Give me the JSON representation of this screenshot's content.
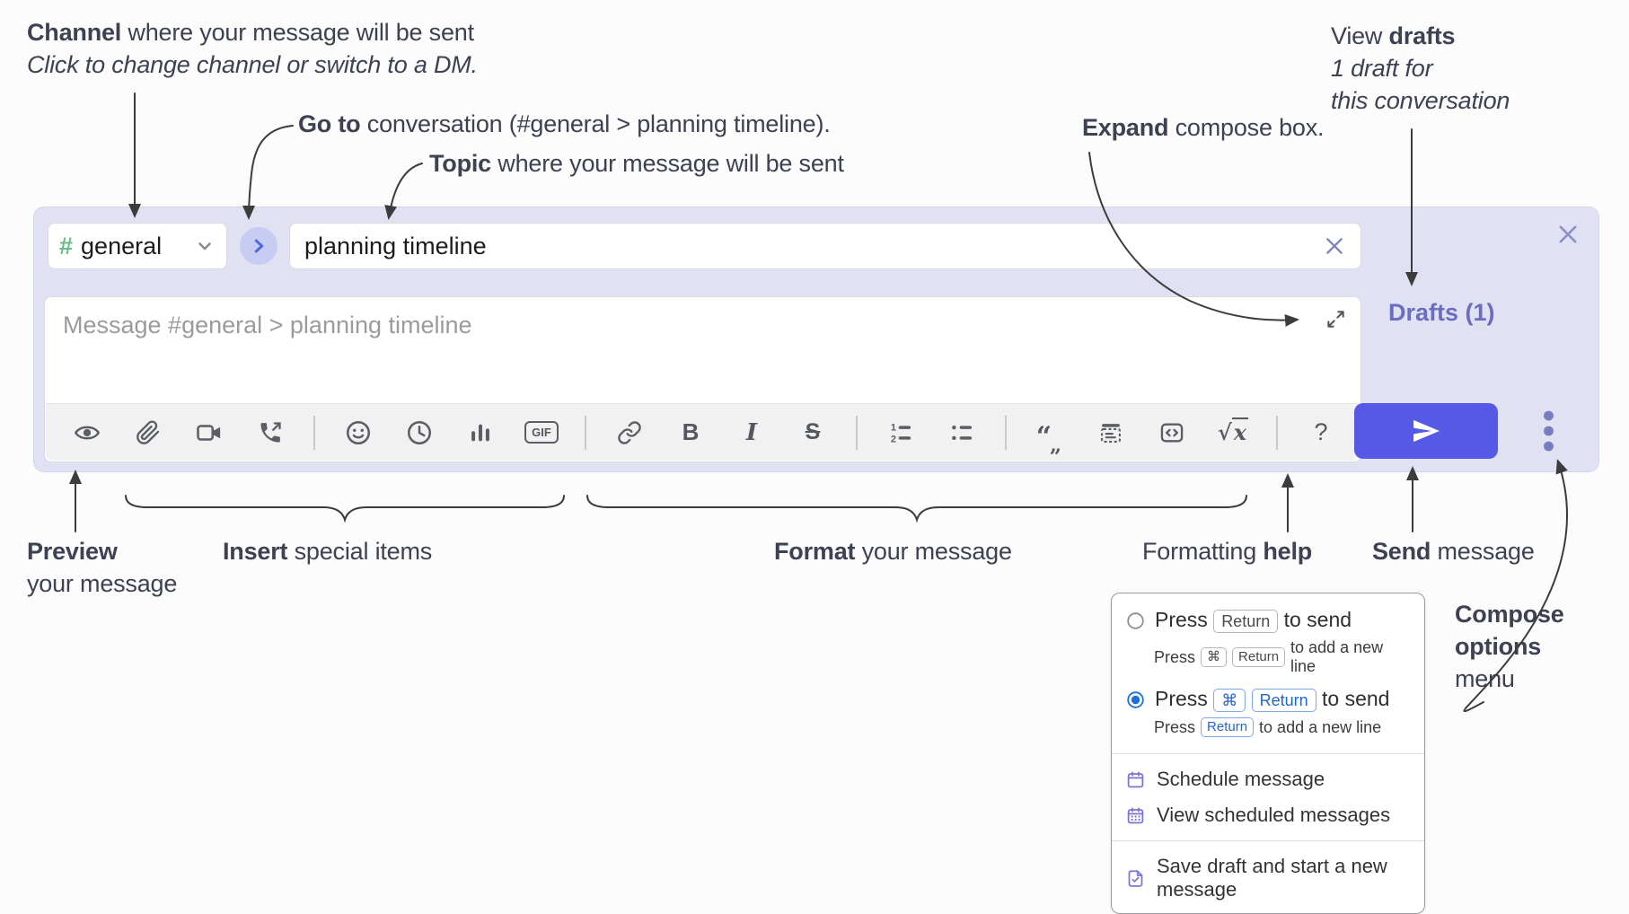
{
  "annotations": {
    "channel": {
      "bold": "Channel",
      "rest": " where your message will be sent",
      "sub": "Click to change channel or switch to a DM."
    },
    "goto": {
      "bold": "Go to",
      "rest": " conversation (#general > planning timeline)."
    },
    "topic": {
      "bold": "Topic",
      "rest": " where your message will be sent"
    },
    "expand": {
      "bold": "Expand",
      "rest": " compose box."
    },
    "drafts": {
      "pre": "View ",
      "bold": "drafts",
      "line2": "1 draft for",
      "line3": "this conversation"
    },
    "preview": {
      "bold": "Preview",
      "line2": "your message"
    },
    "insert": {
      "bold": "Insert",
      "rest": " special items"
    },
    "format": {
      "bold": "Format",
      "rest": " your message"
    },
    "help": {
      "pre": "Formatting ",
      "bold": "help"
    },
    "send": {
      "bold": "Send",
      "rest": " message"
    },
    "compose_options": {
      "bold1": "Compose",
      "bold2": "options",
      "rest": "menu"
    }
  },
  "compose": {
    "hash": "#",
    "channel_name": "general",
    "topic_value": "planning timeline",
    "message_placeholder": "Message #general > planning timeline",
    "drafts_link": "Drafts (1)",
    "toolbar": {
      "gif": "GIF",
      "bold": "B",
      "italic": "I",
      "strike": "S",
      "quote1": "“",
      "quote2": "„",
      "sqrt": "√",
      "sqrt_x": "x",
      "help": "?"
    }
  },
  "popup": {
    "option1": {
      "main_pre": "Press",
      "main_key": "Return",
      "main_post": "to send",
      "sub_pre": "Press",
      "sub_key1": "⌘",
      "sub_key2": "Return",
      "sub_post": "to add a new line"
    },
    "option2": {
      "main_pre": "Press",
      "main_key1": "⌘",
      "main_key2": "Return",
      "main_post": "to send",
      "sub_pre": "Press",
      "sub_key": "Return",
      "sub_post": "to add a new line"
    },
    "menu_items": [
      "Schedule message",
      "View scheduled messages",
      "Save draft and start a new message"
    ]
  },
  "colors": {
    "accent_send": "#5559e6",
    "drafts_link": "#6c6dc1",
    "hash_green": "#67bd85",
    "goto_circle_bg": "#c7ccf3",
    "goto_chevron": "#4d68e0",
    "compose_bg": "#e0e2f4",
    "radio_selected": "#1e6fd9",
    "menu_icon_purple": "#7b74d6",
    "annotation_text": "#3d4152"
  }
}
